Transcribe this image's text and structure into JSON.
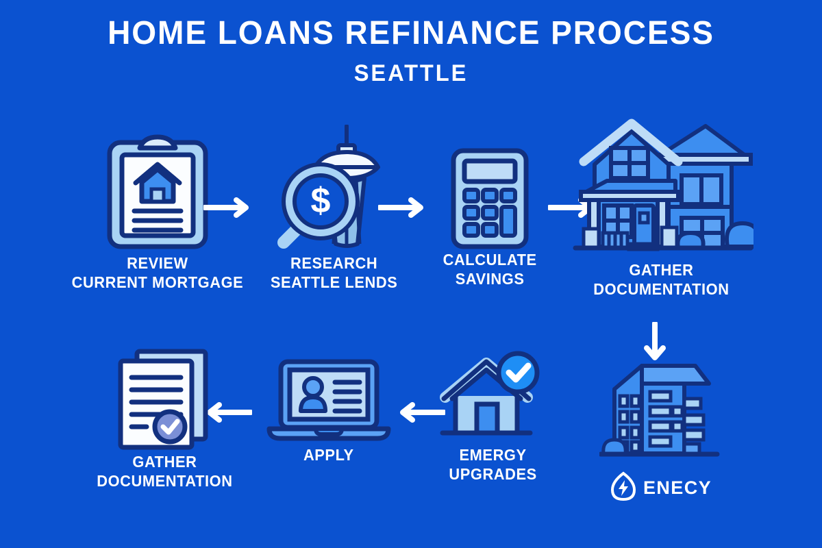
{
  "header": {
    "title": "HOME LOANS REFINANCE PROCESS",
    "subtitle": "SEATTLE"
  },
  "colors": {
    "background": "#0b52d0",
    "ink_dark": "#12307f",
    "light_blue": "#a9d3f5",
    "mid_blue": "#3d8ef0",
    "pale": "#f4f9ff",
    "white": "#ffffff",
    "seal_purple": "#7b8fd6"
  },
  "steps": [
    {
      "id": 1,
      "icon": "clipboard-house-icon",
      "label": "REVIEW\nCURRENT MORTGAGE"
    },
    {
      "id": 2,
      "icon": "magnifier-space-needle-icon",
      "label": "RESEARCH\nSEATTLE LENDS"
    },
    {
      "id": 3,
      "icon": "calculator-icon",
      "label": "CALCULATE\nSAVINGS"
    },
    {
      "id": 4,
      "icon": "house-icon",
      "label": "GATHER\nDOCUMENTATION"
    },
    {
      "id": 5,
      "icon": "apartment-building-icon",
      "label": "ENECY"
    },
    {
      "id": 6,
      "icon": "house-check-icon",
      "label": "EMERGY\nUPGRADES"
    },
    {
      "id": 7,
      "icon": "laptop-profile-icon",
      "label": "APPLY"
    },
    {
      "id": 8,
      "icon": "documents-seal-icon",
      "label": "GATHER\nDOCUMENTATION"
    }
  ],
  "arrows": [
    {
      "id": "arrow-1-2",
      "direction": "right"
    },
    {
      "id": "arrow-2-3",
      "direction": "right"
    },
    {
      "id": "arrow-3-4",
      "direction": "right"
    },
    {
      "id": "arrow-4-5",
      "direction": "down"
    },
    {
      "id": "arrow-6-7",
      "direction": "left"
    },
    {
      "id": "arrow-7-8",
      "direction": "left"
    }
  ],
  "brand": {
    "logo": "energy-leaf-bolt-icon",
    "name": "ENECY"
  }
}
